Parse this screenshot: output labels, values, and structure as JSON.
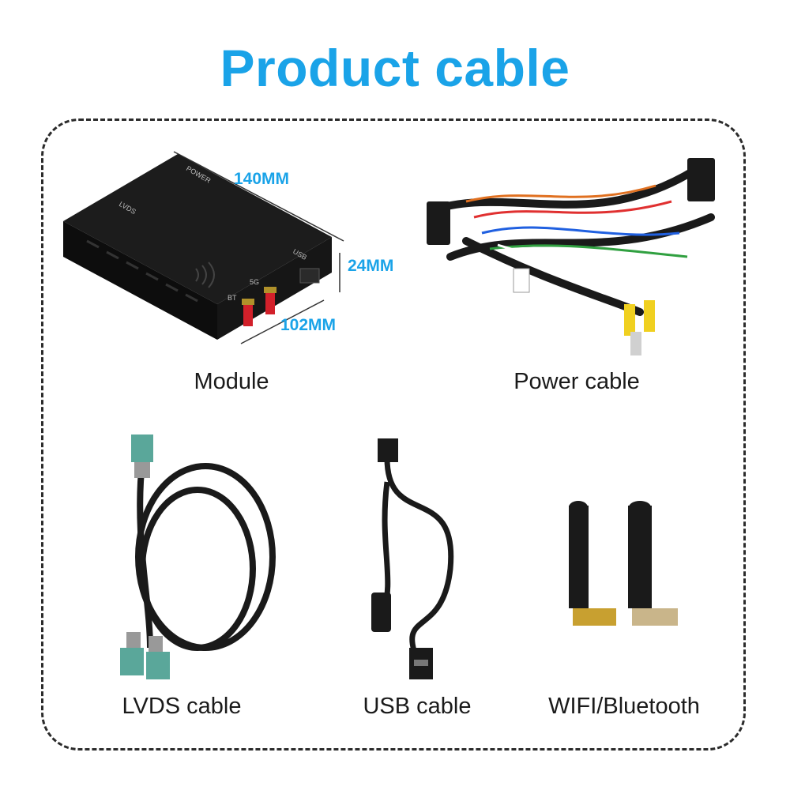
{
  "title": "Product cable",
  "colors": {
    "accent": "#1aa3e8",
    "frame": "#2b2b2b",
    "text": "#1a1a1a"
  },
  "items": [
    {
      "label": "Module"
    },
    {
      "label": "Power cable"
    },
    {
      "label": "LVDS cable"
    },
    {
      "label": "USB cable"
    },
    {
      "label": "WIFI/Bluetooth"
    }
  ],
  "module": {
    "dimensions": {
      "length": "140MM",
      "height": "24MM",
      "width": "102MM"
    },
    "port_labels": {
      "lvds": "LVDS",
      "power": "POWER",
      "usb": "USB",
      "bt": "BT",
      "fiveg": "5G"
    }
  }
}
